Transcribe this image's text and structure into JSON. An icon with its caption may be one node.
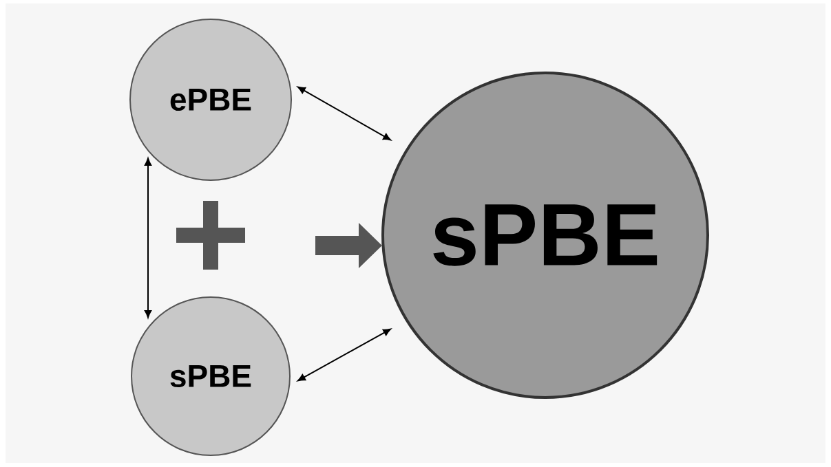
{
  "diagram": {
    "nodes": [
      {
        "text": [
          "ePBE"
        ]
      },
      {
        "text": [
          "sPBE"
        ]
      },
      {
        "text": [
          "sPBE"
        ]
      }
    ],
    "edges": [
      {
        "from": 0,
        "to": 2,
        "arrow": "both"
      },
      {
        "from": 0,
        "to": 1,
        "arrow": "both"
      },
      {
        "from": 1,
        "to": 2,
        "arrow": "both"
      },
      {
        "from": null,
        "to": 2,
        "arrow": "to",
        "style": "thick",
        "color": "#555555"
      }
    ]
  }
}
